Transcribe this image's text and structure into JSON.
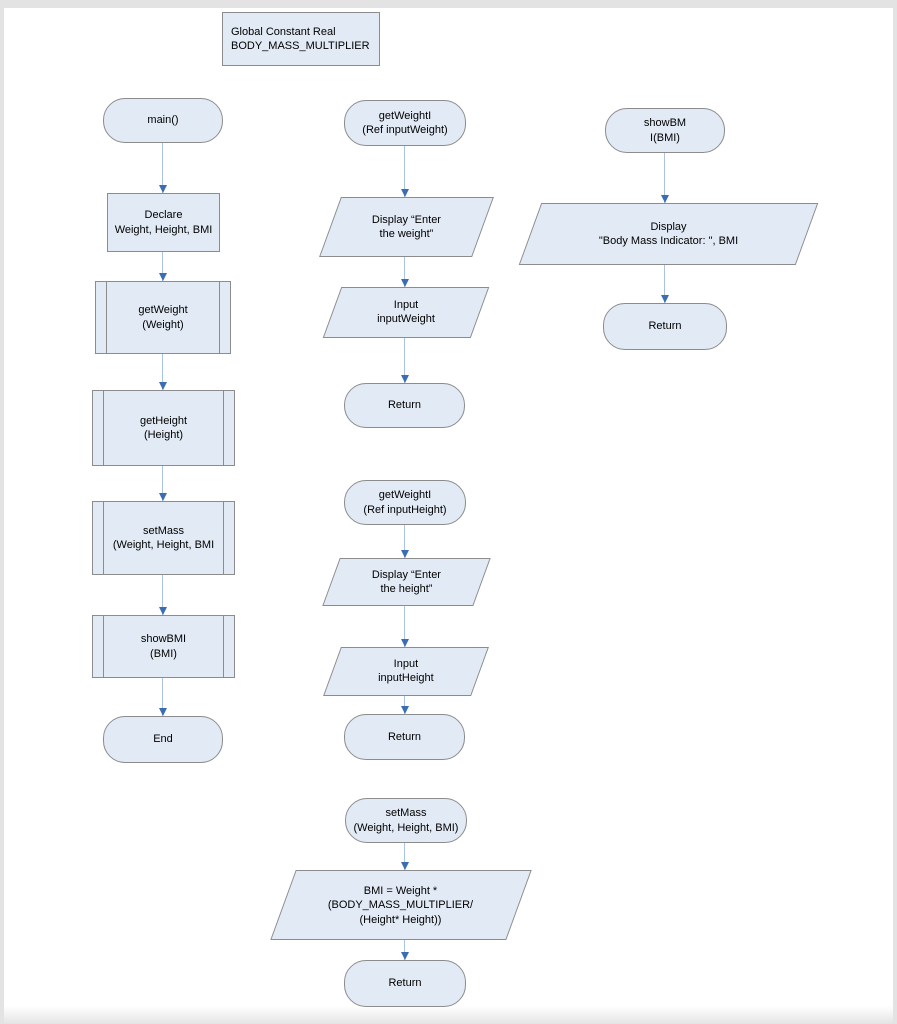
{
  "colors": {
    "canvas_bg": "#ffffff",
    "frame_bg": "#e3e3e3",
    "shape_fill": "#e2eaf5",
    "shape_border": "#8c8c8c",
    "connector_line": "#a9c3e0",
    "arrowhead": "#3c6db0",
    "text": "#000000"
  },
  "diagram": {
    "global_constant": "Global Constant Real\nBODY_MASS_MULTIPLIER",
    "main_flow": {
      "start": "main()",
      "declare": "Declare\nWeight, Height, BMI",
      "get_weight": "getWeight\n(Weight)",
      "get_height": "getHeight\n(Height)",
      "set_mass": "setMass\n(Weight, Height, BMI",
      "show_bmi": "showBMI\n(BMI)",
      "end": "End"
    },
    "get_weight_flow": {
      "start": "getWeightI\n(Ref inputWeight)",
      "display": "Display “Enter\nthe weight”",
      "input": "Input\ninputWeight",
      "return": "Return"
    },
    "get_height_flow": {
      "start": "getWeightI\n(Ref inputHeight)",
      "display": "Display “Enter\nthe height”",
      "input": "Input\ninputHeight",
      "return": "Return"
    },
    "set_mass_flow": {
      "start": "setMass\n(Weight, Height, BMI)",
      "assign": "BMI = Weight *\n(BODY_MASS_MULTIPLIER/\n(Height* Height))",
      "return": "Return"
    },
    "show_bmi_flow": {
      "start": "showBM\nI(BMI)",
      "display": "Display\n\"Body Mass Indicator: \", BMI",
      "return": "Return"
    }
  }
}
